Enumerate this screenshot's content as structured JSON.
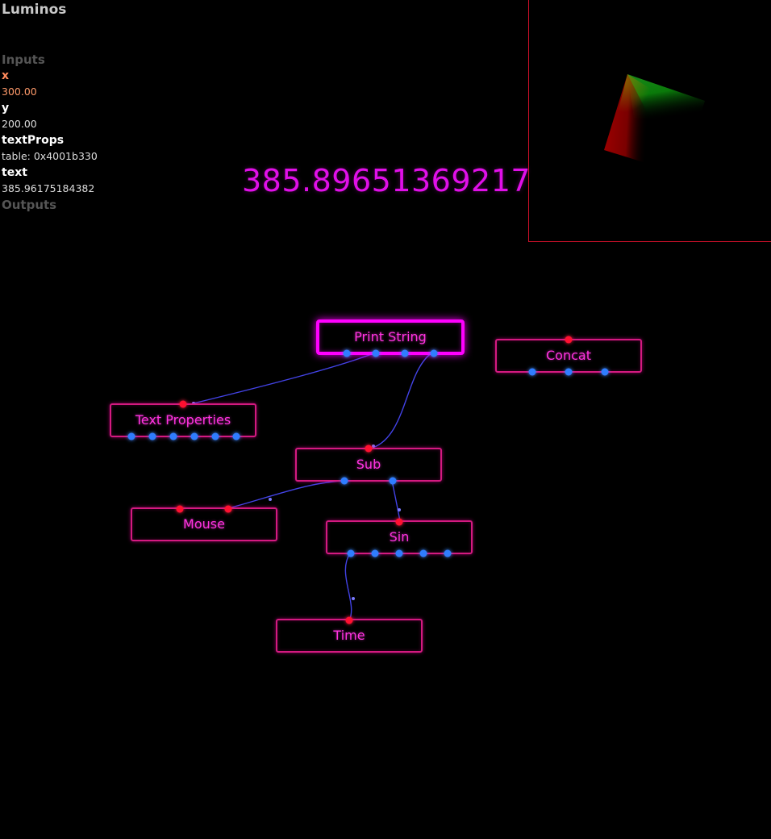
{
  "app": {
    "title": "Luminos"
  },
  "inspector": {
    "inputs_header": "Inputs",
    "outputs_header": "Outputs",
    "props": [
      {
        "name": "x",
        "value": "300.00",
        "active": true
      },
      {
        "name": "y",
        "value": "200.00",
        "active": false
      },
      {
        "name": "textProps",
        "value": "table: 0x4001b330",
        "active": false
      },
      {
        "name": "text",
        "value": "385.96175184382",
        "active": false
      }
    ]
  },
  "preview": {
    "text": "385.89651369217"
  },
  "colors": {
    "background": "#000000",
    "node_border": "#d41a80",
    "node_selected_border": "#ff00ff",
    "node_text": "#ff33e0",
    "input_pin": "#ff1030",
    "output_pin": "#2f7dff",
    "wire": "#4a4aff",
    "viewport_border": "#d0102a",
    "output_text": "#e010e8",
    "active_prop": "#ff8a5c"
  },
  "nodes": {
    "print_string": {
      "label": "Print String"
    },
    "concat": {
      "label": "Concat"
    },
    "text_properties": {
      "label": "Text Properties"
    },
    "sub": {
      "label": "Sub"
    },
    "mouse": {
      "label": "Mouse"
    },
    "sin": {
      "label": "Sin"
    },
    "time": {
      "label": "Time"
    }
  }
}
